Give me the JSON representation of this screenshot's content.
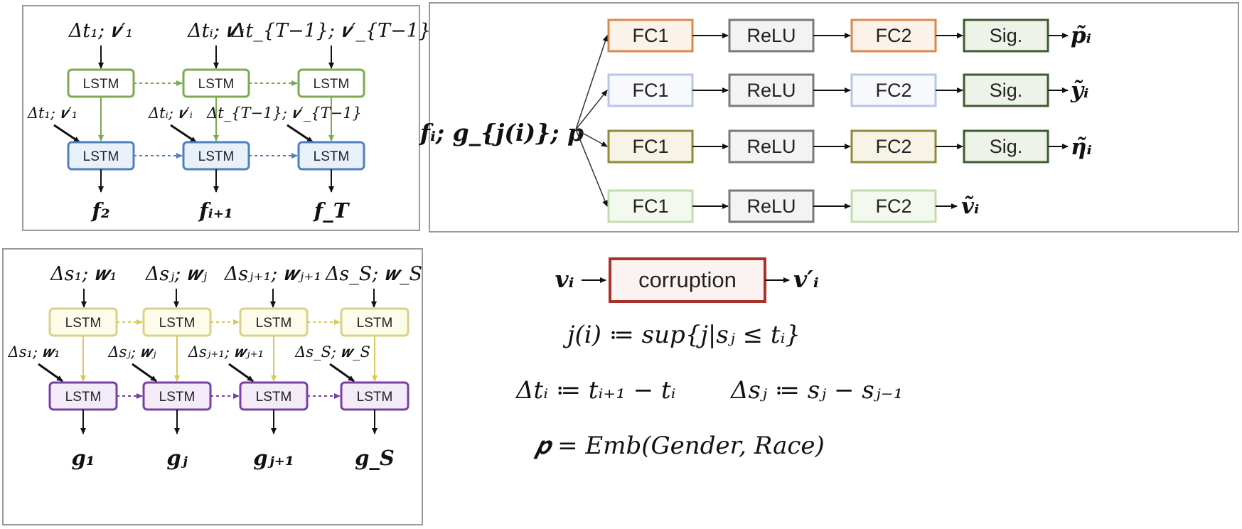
{
  "colors": {
    "green": "#7aab4f",
    "blue": "#4f7fbf",
    "yellow": "#d9d08a",
    "purple": "#7a3fa5",
    "orange": "#d88a4e",
    "lightblue": "#b8c6e6",
    "olive": "#8f8a3b",
    "lightgreen": "#c3dcb0",
    "darkgreen": "#3e5a2f",
    "red": "#a8322b",
    "gray": "#7a7a7a"
  },
  "top_left": {
    "lstm_label": "LSTM",
    "inputs": [
      "Δt₁; 𝒗′₁",
      "Δtᵢ; 𝒗′ᵢ",
      "Δt_{T−1}; 𝒗′_{T−1}"
    ],
    "side_inputs": [
      "Δt₁; 𝒗′₁",
      "Δtᵢ; 𝒗′ᵢ",
      "Δt_{T−1}; 𝒗′_{T−1}"
    ],
    "outputs": [
      "𝒇₂",
      "𝒇ᵢ₊₁",
      "𝒇_T"
    ]
  },
  "bottom_left": {
    "lstm_label": "LSTM",
    "inputs": [
      "Δs₁; 𝒘₁",
      "Δsⱼ; 𝒘ⱼ",
      "Δsⱼ₊₁; 𝒘ⱼ₊₁",
      "Δs_S; 𝒘_S"
    ],
    "side_inputs": [
      "Δs₁; 𝒘₁",
      "Δsⱼ; 𝒘ⱼ",
      "Δsⱼ₊₁; 𝒘ⱼ₊₁",
      "Δs_S; 𝒘_S"
    ],
    "outputs": [
      "𝒈₁",
      "𝒈ⱼ",
      "𝒈ⱼ₊₁",
      "𝒈_S"
    ]
  },
  "right_panel": {
    "input_label": "𝒇ᵢ; 𝒈_{j(i)}; 𝒑",
    "rows": [
      {
        "fc1": "FC1",
        "relu": "ReLU",
        "fc2": "FC2",
        "sig": "Sig.",
        "output": "𝒑̃ᵢ"
      },
      {
        "fc1": "FC1",
        "relu": "ReLU",
        "fc2": "FC2",
        "sig": "Sig.",
        "output": "𝒚̃ᵢ"
      },
      {
        "fc1": "FC1",
        "relu": "ReLU",
        "fc2": "FC2",
        "sig": "Sig.",
        "output": "𝜼̃ᵢ"
      },
      {
        "fc1": "FC1",
        "relu": "ReLU",
        "fc2": "FC2",
        "sig": "",
        "output": "𝒗̃ᵢ"
      }
    ]
  },
  "corruption": {
    "input": "𝒗ᵢ",
    "label": "corruption",
    "output": "𝒗′ᵢ"
  },
  "equations": [
    "j(i) ≔ sup{j|sⱼ ≤ tᵢ}",
    "Δtᵢ ≔ tᵢ₊₁ − tᵢ",
    "Δsⱼ ≔ sⱼ − sⱼ₋₁",
    "𝒑 = Emb(Gender, Race)"
  ]
}
